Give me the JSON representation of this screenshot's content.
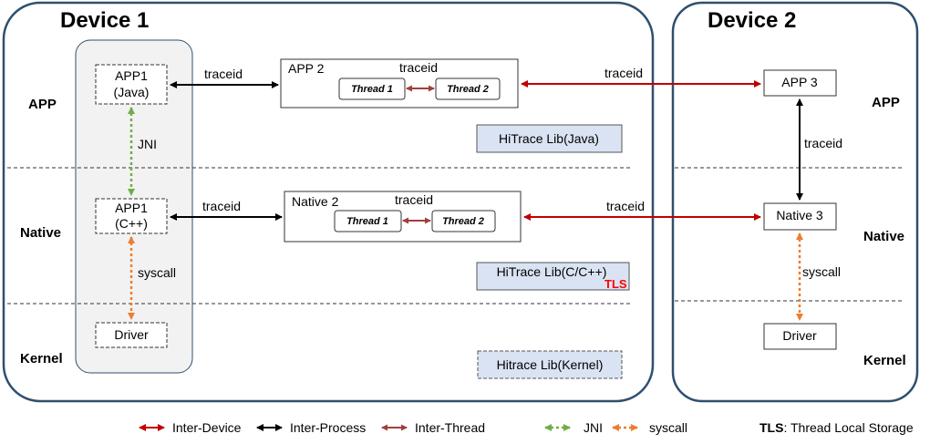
{
  "devices": {
    "device1": "Device 1",
    "device2": "Device 2"
  },
  "layers": {
    "app": "APP",
    "native": "Native",
    "kernel": "Kernel"
  },
  "device1": {
    "app1_java": [
      "APP1",
      "(Java)"
    ],
    "app1_cpp": [
      "APP1",
      "(C++)"
    ],
    "driver": "Driver",
    "jni": "JNI",
    "syscall": "syscall",
    "app2": {
      "title": "APP 2",
      "traceid": "traceid",
      "thread1": "Thread 1",
      "thread2": "Thread 2"
    },
    "native2": {
      "title": "Native 2",
      "traceid": "traceid",
      "thread1": "Thread 1",
      "thread2": "Thread 2"
    },
    "traceid_app": "traceid",
    "traceid_native": "traceid",
    "lib_java": "HiTrace Lib(Java)",
    "lib_c": "HiTrace Lib(C/C++)",
    "tls_tag": "TLS",
    "lib_kernel": "Hitrace Lib(Kernel)"
  },
  "device2": {
    "app3": "APP 3",
    "native3": "Native 3",
    "driver": "Driver",
    "traceid": "traceid",
    "syscall": "syscall"
  },
  "inter_device": {
    "traceid_app": "traceid",
    "traceid_native": "traceid"
  },
  "legend": {
    "inter_device": "Inter-Device",
    "inter_process": "Inter-Process",
    "inter_thread": "Inter-Thread",
    "jni": "JNI",
    "syscall": "syscall",
    "tls_key": "TLS",
    "tls_desc": ": Thread Local Storage"
  },
  "colors": {
    "inter_device": "#c00000",
    "inter_process": "#000000",
    "inter_thread": "#a0403c",
    "jni": "#70ad47",
    "syscall": "#ed7d31",
    "frame": "#2f4f6f",
    "lib_fill": "#dae3f3",
    "column_fill": "#f2f2f2",
    "tls": "#ff0000"
  }
}
